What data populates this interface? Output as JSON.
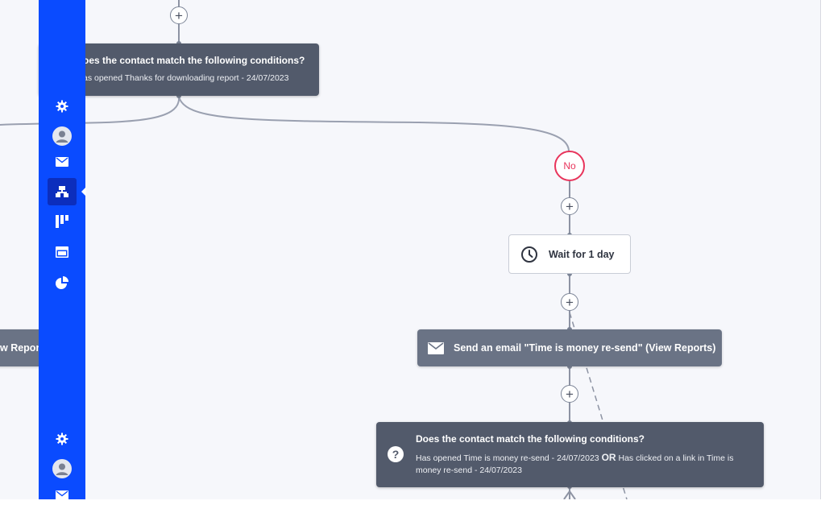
{
  "sidebar": {
    "top_items": [
      {
        "name": "settings",
        "icon": "gear-icon"
      },
      {
        "name": "contacts",
        "icon": "user-avatar-icon"
      },
      {
        "name": "email",
        "icon": "envelope-icon"
      },
      {
        "name": "automations",
        "icon": "flow-chart-icon",
        "active": true
      },
      {
        "name": "pipelines",
        "icon": "kanban-icon"
      },
      {
        "name": "site",
        "icon": "browser-window-icon"
      },
      {
        "name": "reports",
        "icon": "pie-chart-icon"
      }
    ],
    "bottom_items": [
      {
        "name": "settings",
        "icon": "gear-icon"
      },
      {
        "name": "account",
        "icon": "user-avatar-icon"
      },
      {
        "name": "email",
        "icon": "envelope-icon"
      }
    ],
    "colors": {
      "background": "#0a4bff",
      "active": "#0c2ebd"
    }
  },
  "workflow": {
    "plus_symbol": "+",
    "condition_1": {
      "title": "oes the contact match the following conditions?",
      "subtitle": "as opened Thanks for downloading report - 24/07/2023"
    },
    "left_partial_card": {
      "label": "w Report"
    },
    "no_branch_label": "No",
    "wait_step": {
      "label": "Wait for 1 day",
      "icon": "clock-icon"
    },
    "email_step": {
      "label": "Send an email \"Time is money re-send\" (View Reports)",
      "icon": "envelope-icon"
    },
    "condition_2": {
      "title": "Does the contact match the following conditions?",
      "line1_part1": "Has opened Time is money re-send - 24/07/2023",
      "operator": "OR",
      "line1_part2": "Has clicked on a link in Time is",
      "line2": "money re-send - 24/07/2023",
      "icon": "question-circle-icon"
    },
    "colors": {
      "no_badge": "#e8345b",
      "condition_card": "#525a6b",
      "action_card": "#6a7385",
      "connector": "#9aa0b0"
    }
  }
}
